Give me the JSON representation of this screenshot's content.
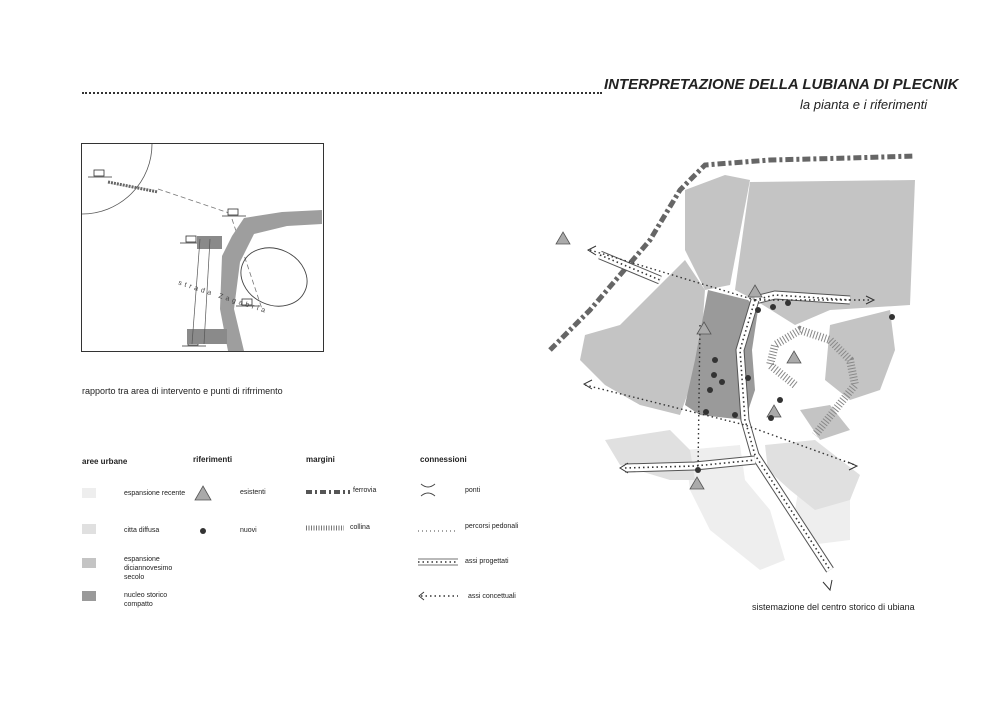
{
  "header": {
    "title": "INTERPRETAZIONE DELLA LUBIANA DI PLECNIK",
    "subtitle": "la pianta e i riferimenti"
  },
  "inset": {
    "caption": "rapporto tra area di intervento e punti di rifrrimento",
    "street_label": "strada Zagabria"
  },
  "main_map": {
    "caption": "sistemazione del centro storico di ubiana"
  },
  "legend": {
    "urban": {
      "heading": "aree urbane",
      "items": [
        {
          "label": "espansione recente",
          "color": "#eeeeee"
        },
        {
          "label": "citta diffusa",
          "color": "#e0e0e0"
        },
        {
          "label": "espansione diciannovesimo secolo",
          "color": "#c4c4c4"
        },
        {
          "label": "nucleo storico compatto",
          "color": "#9a9a9a"
        }
      ]
    },
    "references": {
      "heading": "riferimenti",
      "items": [
        {
          "label": "esistenti"
        },
        {
          "label": "nuovi"
        }
      ]
    },
    "margins": {
      "heading": "margini",
      "items": [
        {
          "label": "ferrovia"
        },
        {
          "label": "collina"
        }
      ]
    },
    "connections": {
      "heading": "connessioni",
      "items": [
        {
          "label": "ponti"
        },
        {
          "label": "percorsi pedonali"
        },
        {
          "label": "assi progettati"
        },
        {
          "label": "assi concettuali"
        }
      ]
    }
  }
}
